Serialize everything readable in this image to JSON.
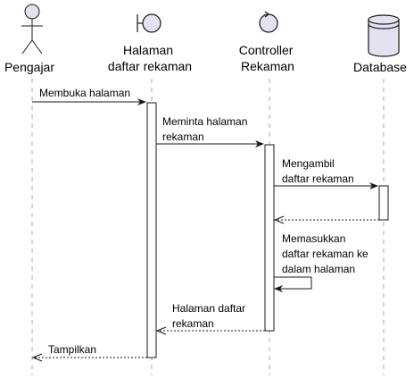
{
  "participants": [
    {
      "id": "pengajar",
      "type": "actor",
      "label_lines": [
        "Pengajar"
      ]
    },
    {
      "id": "halaman",
      "type": "boundary",
      "label_lines": [
        "Halaman",
        "daftar rekaman"
      ]
    },
    {
      "id": "controller",
      "type": "control",
      "label_lines": [
        "Controller",
        "Rekaman"
      ]
    },
    {
      "id": "database",
      "type": "database",
      "label_lines": [
        "Database"
      ]
    }
  ],
  "messages": [
    {
      "id": "m1",
      "from": "pengajar",
      "to": "halaman",
      "style": "solid",
      "label_lines": [
        "Membuka halaman"
      ]
    },
    {
      "id": "m2",
      "from": "halaman",
      "to": "controller",
      "style": "solid",
      "label_lines": [
        "Meminta halaman",
        "rekaman"
      ]
    },
    {
      "id": "m3",
      "from": "controller",
      "to": "database",
      "style": "solid",
      "label_lines": [
        "Mengambil",
        "daftar rekaman"
      ]
    },
    {
      "id": "m4",
      "from": "database",
      "to": "controller",
      "style": "dashed",
      "label_lines": []
    },
    {
      "id": "m5",
      "from": "controller",
      "to": "controller",
      "style": "self",
      "label_lines": [
        "Memasukkan",
        "daftar rekaman ke",
        "dalam halaman"
      ]
    },
    {
      "id": "m6",
      "from": "controller",
      "to": "halaman",
      "style": "dashed",
      "label_lines": [
        "Halaman daftar",
        "rekaman"
      ]
    },
    {
      "id": "m7",
      "from": "halaman",
      "to": "pengajar",
      "style": "dashed",
      "label_lines": [
        "Tampilkan"
      ]
    }
  ],
  "colors": {
    "lifeline": "#a8a8a8",
    "icon_fill": "#e2e2f0",
    "stroke": "#181818",
    "activation_fill": "#ffffff"
  }
}
